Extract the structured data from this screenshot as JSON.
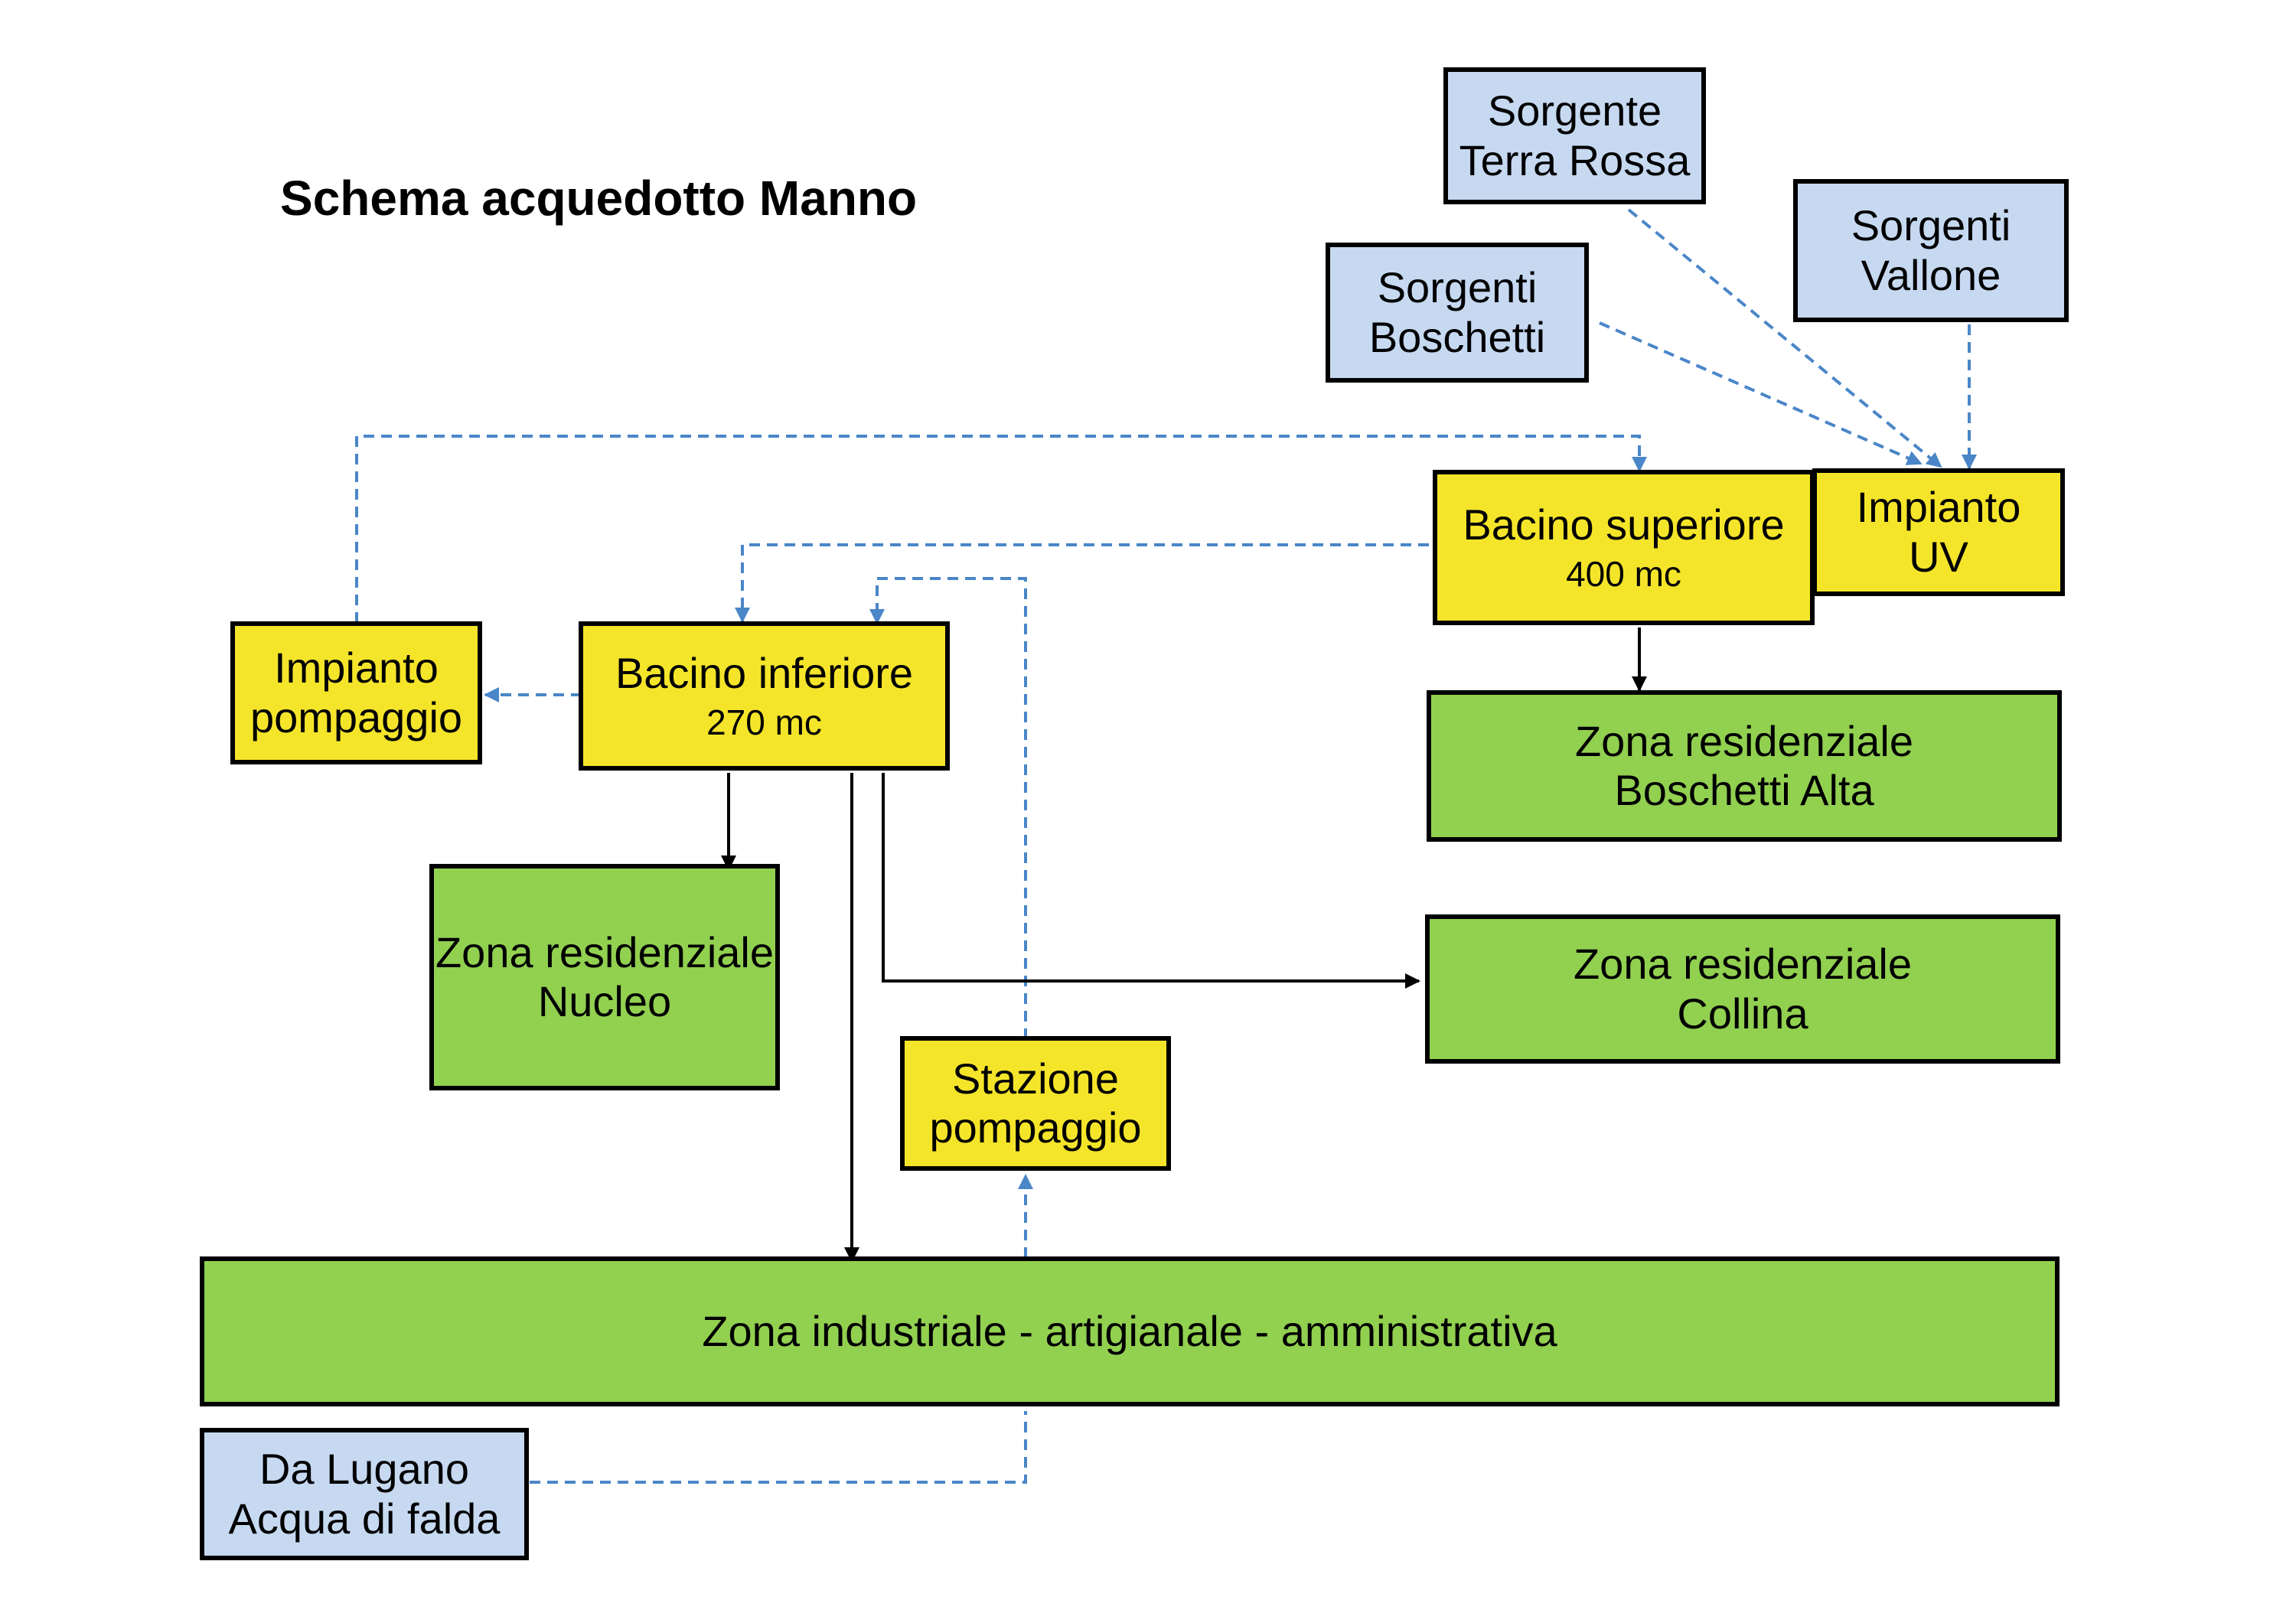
{
  "title": "Schema acquedotto Manno",
  "nodes": {
    "sorgente_terra_rossa": {
      "line1": "Sorgente",
      "line2": "Terra Rossa"
    },
    "sorgenti_vallone": {
      "line1": "Sorgenti",
      "line2": "Vallone"
    },
    "sorgenti_boschetti": {
      "line1": "Sorgenti",
      "line2": "Boschetti"
    },
    "impianto_uv": {
      "line1": "Impianto",
      "line2": "UV"
    },
    "bacino_superiore": {
      "name": "Bacino superiore",
      "capacity": "400 mc"
    },
    "bacino_inferiore": {
      "name": "Bacino inferiore",
      "capacity": "270 mc"
    },
    "impianto_pompaggio": {
      "line1": "Impianto",
      "line2": "pompaggio"
    },
    "zona_boschetti_alta": {
      "line1": "Zona residenziale",
      "line2": "Boschetti Alta"
    },
    "zona_nucleo": {
      "line1": "Zona residenziale",
      "line2": "Nucleo"
    },
    "zona_collina": {
      "line1": "Zona residenziale",
      "line2": "Collina"
    },
    "stazione_pompaggio": {
      "line1": "Stazione",
      "line2": "pompaggio"
    },
    "zona_industriale": {
      "label": "Zona industriale - artigianale - amministrativa"
    },
    "da_lugano": {
      "line1": "Da Lugano",
      "line2": "Acqua di falda"
    }
  },
  "colors": {
    "source": "#c6d9f1",
    "facility": "#f5e52a",
    "zone": "#92d050",
    "water_line": "#4a86c8",
    "distribution_line": "#000000"
  }
}
